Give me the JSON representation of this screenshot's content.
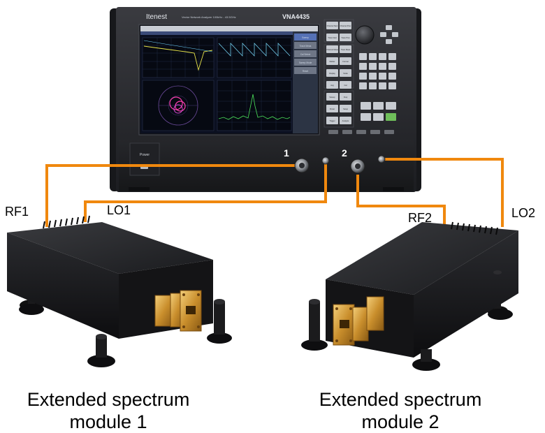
{
  "instrument": {
    "brand": "Itenest",
    "model": "VNA4435",
    "description": "Vector Network Analyzer 100kHz - 43.5GHz",
    "power_label": "Power",
    "port1_number": "1",
    "port2_number": "2",
    "side_keys": [
      "Sweep",
      "Trace Meas",
      "Cal Select",
      "Sweep Mode",
      "Reset"
    ],
    "softkeys": [
      "Channel Next",
      "Channel Prev",
      "Trace Next",
      "Trace Prev",
      "Channel Meas",
      "Trace Meas",
      "Marker",
      "Format",
      "Display",
      "Scale",
      "Avg",
      "Cal",
      "Sweep",
      "Freq",
      "Power",
      "Setup",
      "Trigger",
      "Analysis"
    ]
  },
  "ports": {
    "rf1": "RF1",
    "lo1": "LO1",
    "rf2": "RF2",
    "lo2": "LO2"
  },
  "captions": {
    "module1_line1": "Extended  spectrum",
    "module1_line2": "module  1",
    "module2_line1": "Extended  spectrum",
    "module2_line2": "module  2"
  },
  "colors": {
    "cable": "#f0880e",
    "chassis": "#2b2c30",
    "screen_bg": "#0b1020",
    "module_body": "#1d1e21",
    "waveguide": "#d9a444"
  }
}
